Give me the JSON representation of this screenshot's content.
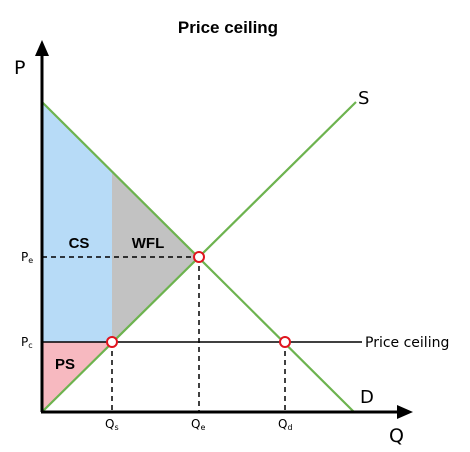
{
  "diagram": {
    "title": "Price ceiling",
    "y_axis_label": "P",
    "x_axis_label": "Q",
    "supply_label": "S",
    "demand_label": "D",
    "ceiling_label": "Price ceiling",
    "areas": {
      "consumer_surplus": "CS",
      "welfare_loss": "WFL",
      "producer_surplus": "PS"
    },
    "price_ticks": [
      {
        "base": "P",
        "sub": "e"
      },
      {
        "base": "P",
        "sub": "c"
      }
    ],
    "quantity_ticks": [
      {
        "base": "Q",
        "sub": "s"
      },
      {
        "base": "Q",
        "sub": "e"
      },
      {
        "base": "Q",
        "sub": "d"
      }
    ],
    "colors": {
      "curves": "#6db34f",
      "consumer_surplus": "#b7dbf7",
      "welfare_loss": "#c2c2c2",
      "producer_surplus": "#f7b9c0",
      "intersection_marker": "#e0141e",
      "axes": "#000000"
    }
  }
}
